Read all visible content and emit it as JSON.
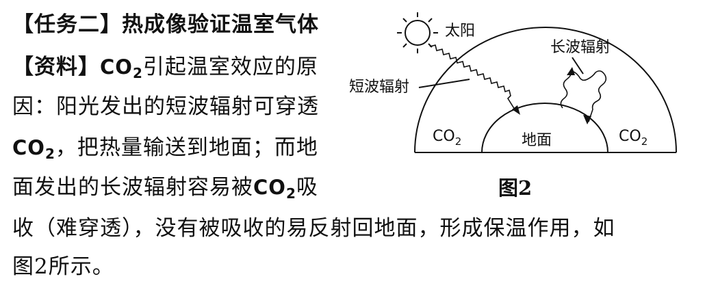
{
  "text": {
    "line1": {
      "heading": "【任务二】热成像验证温室气体"
    },
    "line2": {
      "bracket": "【资料】",
      "co2_main": "CO",
      "co2_sub": "2",
      "rest": "引起温室效应的原"
    },
    "line3": {
      "text": "因：阳光发出的短波辐射可穿透"
    },
    "line4": {
      "co2_main": "CO",
      "co2_sub": "2",
      "rest": "，把热量输送到地面；而地"
    },
    "line5": {
      "pre": "面发出的长波辐射容易被",
      "co2_main": "CO",
      "co2_sub": "2",
      "post": "吸"
    },
    "line6": {
      "text": "收（难穿透），没有被吸收的易反射回地面，形成保温作用，如"
    },
    "line7": {
      "text": "图2所示。"
    }
  },
  "figure": {
    "sun_label": "太阳",
    "longwave_label": "长波辐射",
    "shortwave_label": "短波辐射",
    "ground_label": "地面",
    "left_gas": {
      "main": "CO",
      "sub": "2"
    },
    "right_gas": {
      "main": "CO",
      "sub": "2"
    },
    "caption": "图2"
  }
}
